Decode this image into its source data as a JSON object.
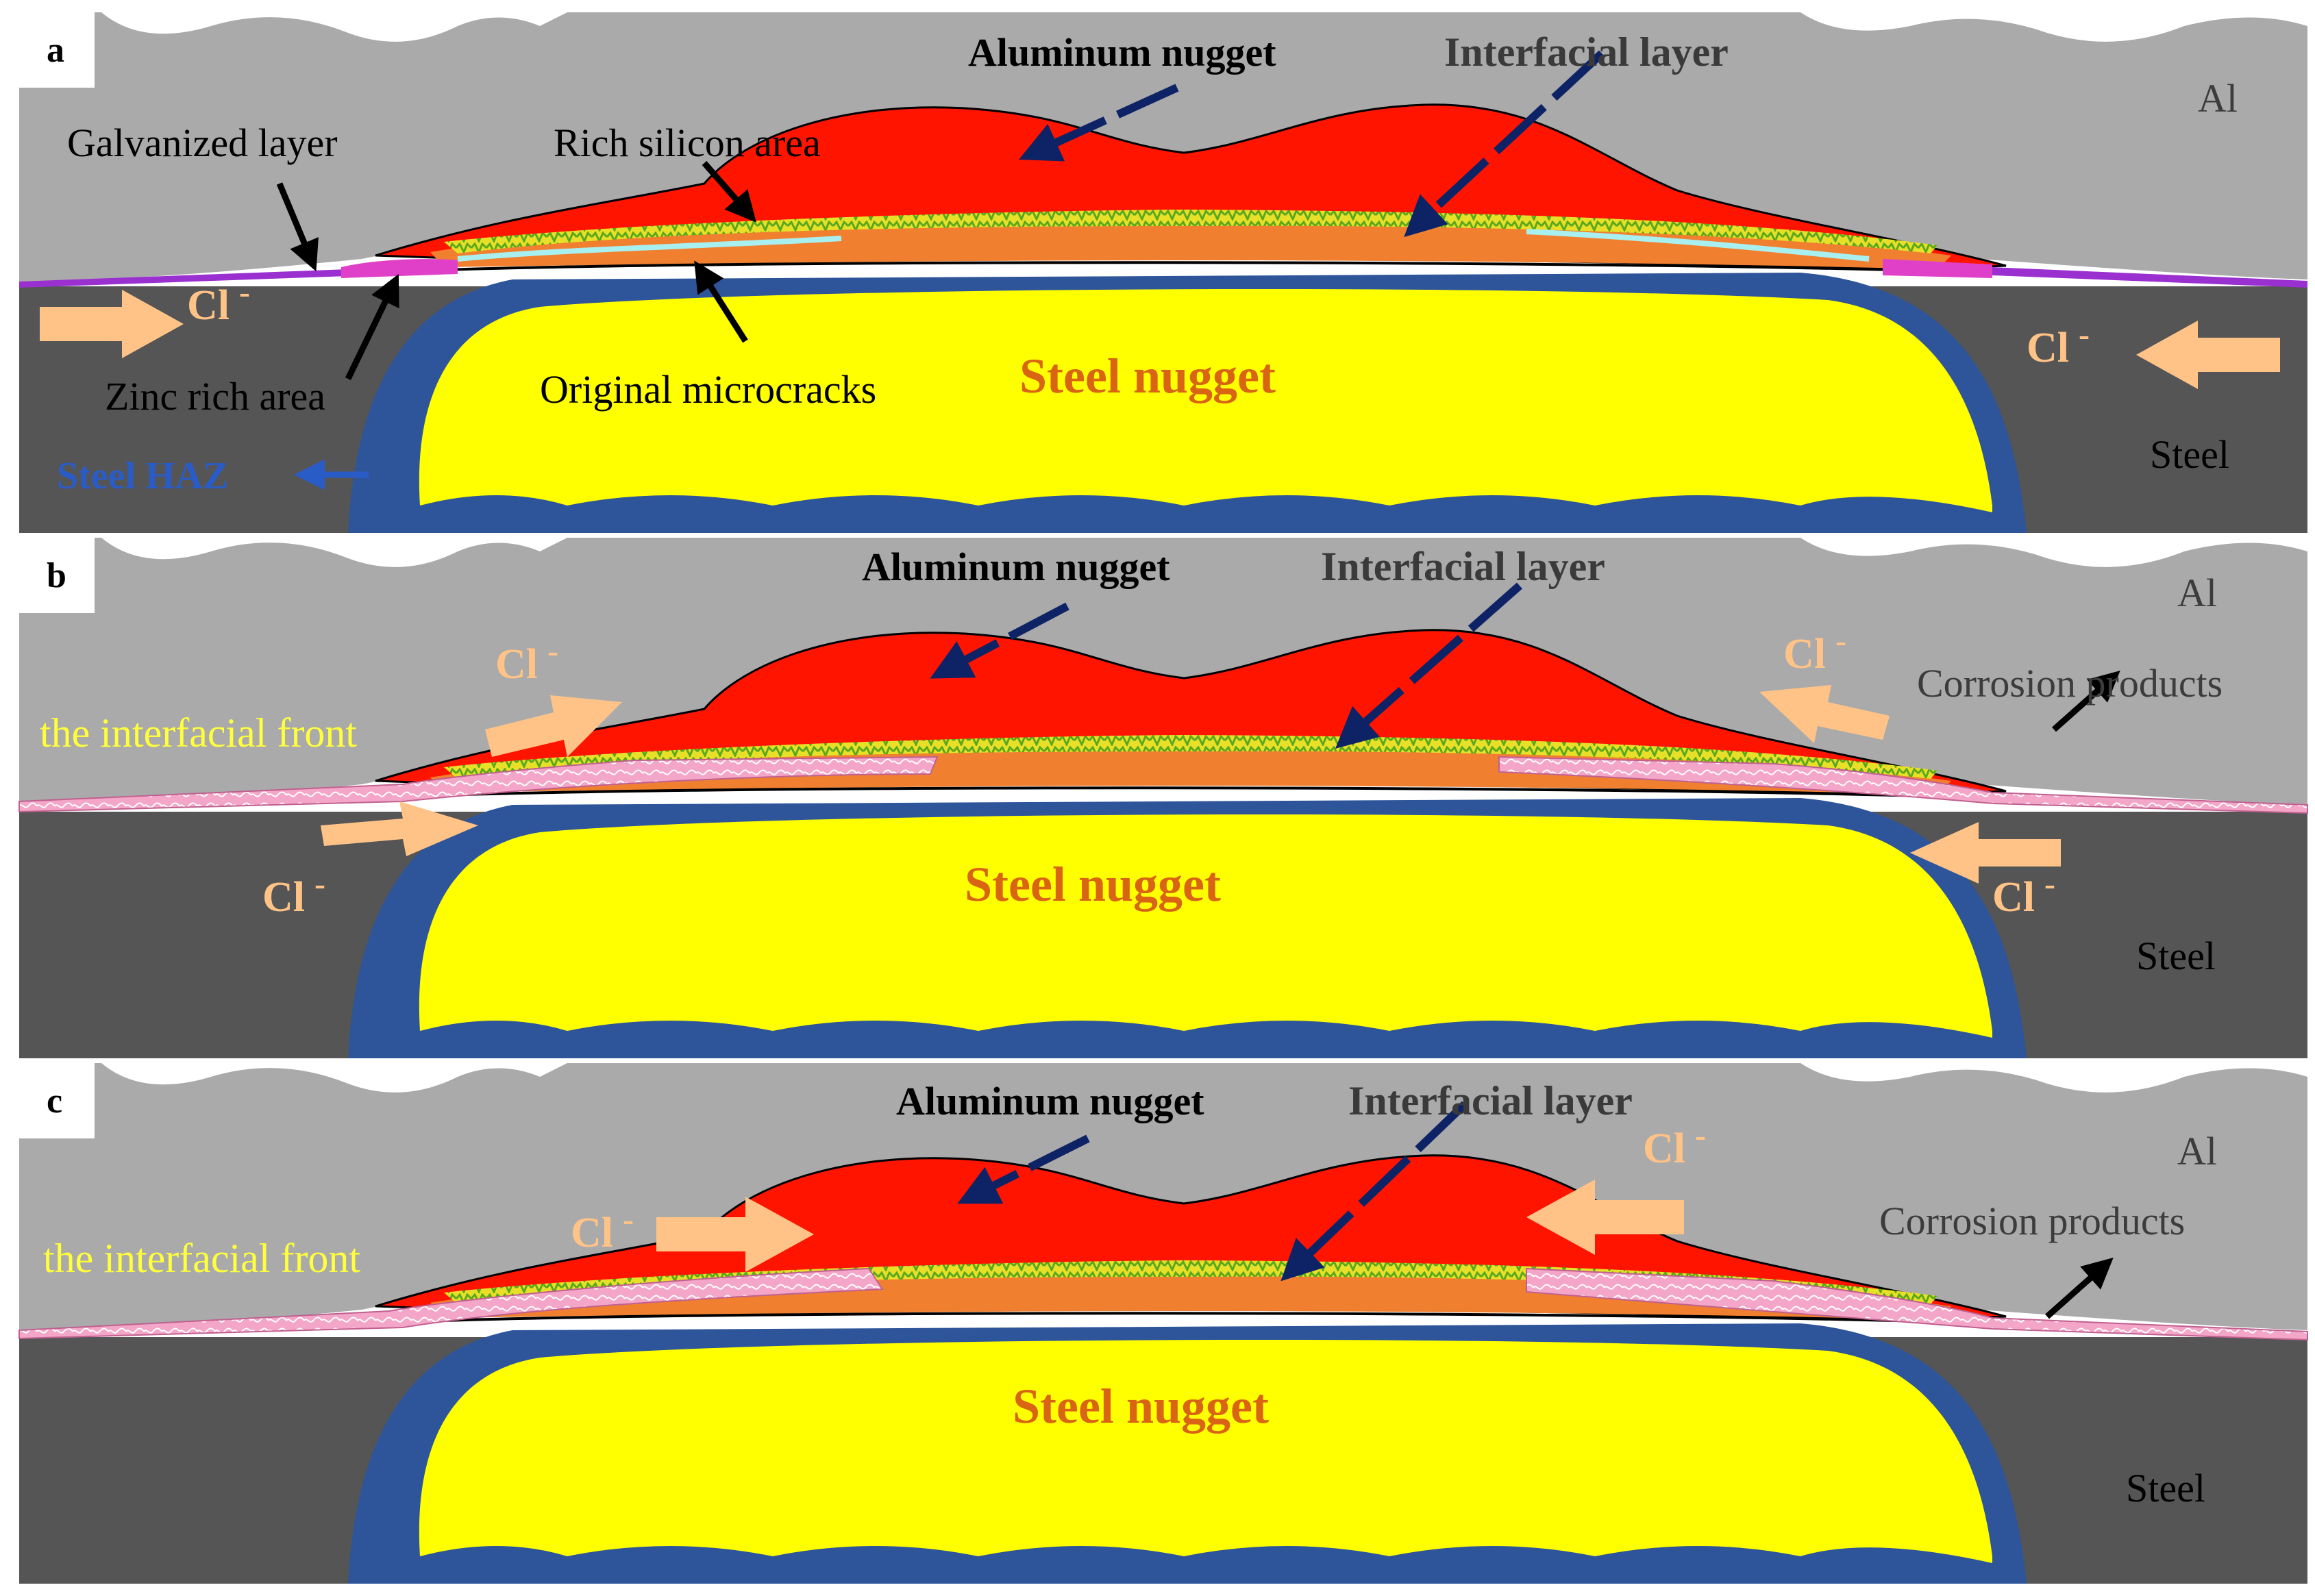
{
  "colors": {
    "background": "#ffffff",
    "aluminum": "#aaaaaa",
    "steel": "#555555",
    "steel_haz": "#2e5599",
    "steel_nugget": "#ffff00",
    "aluminum_nugget": "#ff1400",
    "interfacial_layer": "#f08030",
    "rich_silicon_area": "#e8e028",
    "galvanized_layer": "#9b30d0",
    "zinc_rich_area": "#e040c8",
    "corrosion_products": "#f3a6c8",
    "microcracks": "#a8f0f0",
    "cl_arrow": "#ffc387",
    "pointer_arrow_navy": "#0d2366",
    "pointer_arrow_black": "#000000"
  },
  "panels": [
    {
      "id": "a",
      "letter": "a",
      "labels": {
        "aluminum_nugget": "Aluminum nugget",
        "interfacial_layer": "Interfacial layer",
        "al": "Al",
        "galvanized_layer": "Galvanized layer",
        "rich_silicon_area": "Rich silicon area",
        "zinc_rich_area": "Zinc rich area",
        "original_microcracks": "Original microcracks",
        "steel_nugget": "Steel nugget",
        "steel_haz": "Steel HAZ",
        "steel": "Steel",
        "cl_left": "Cl",
        "cl_right": "Cl",
        "cl_charge": "-"
      }
    },
    {
      "id": "b",
      "letter": "b",
      "labels": {
        "aluminum_nugget": "Aluminum nugget",
        "interfacial_layer": "Interfacial layer",
        "al": "Al",
        "corrosion_products": "Corrosion products",
        "interfacial_front": "the interfacial  front",
        "steel_nugget": "Steel nugget",
        "steel": "Steel",
        "cl_upper_left": "Cl",
        "cl_upper_right": "Cl",
        "cl_lower_left": "Cl",
        "cl_lower_right": "Cl",
        "cl_charge": "-"
      }
    },
    {
      "id": "c",
      "letter": "c",
      "labels": {
        "aluminum_nugget": "Aluminum nugget",
        "interfacial_layer": "Interfacial layer",
        "al": "Al",
        "corrosion_products": "Corrosion products",
        "interfacial_front": "the interfacial  front",
        "steel_nugget": "Steel nugget",
        "steel": "Steel",
        "cl_left": "Cl",
        "cl_right": "Cl",
        "cl_charge": "-"
      }
    }
  ]
}
